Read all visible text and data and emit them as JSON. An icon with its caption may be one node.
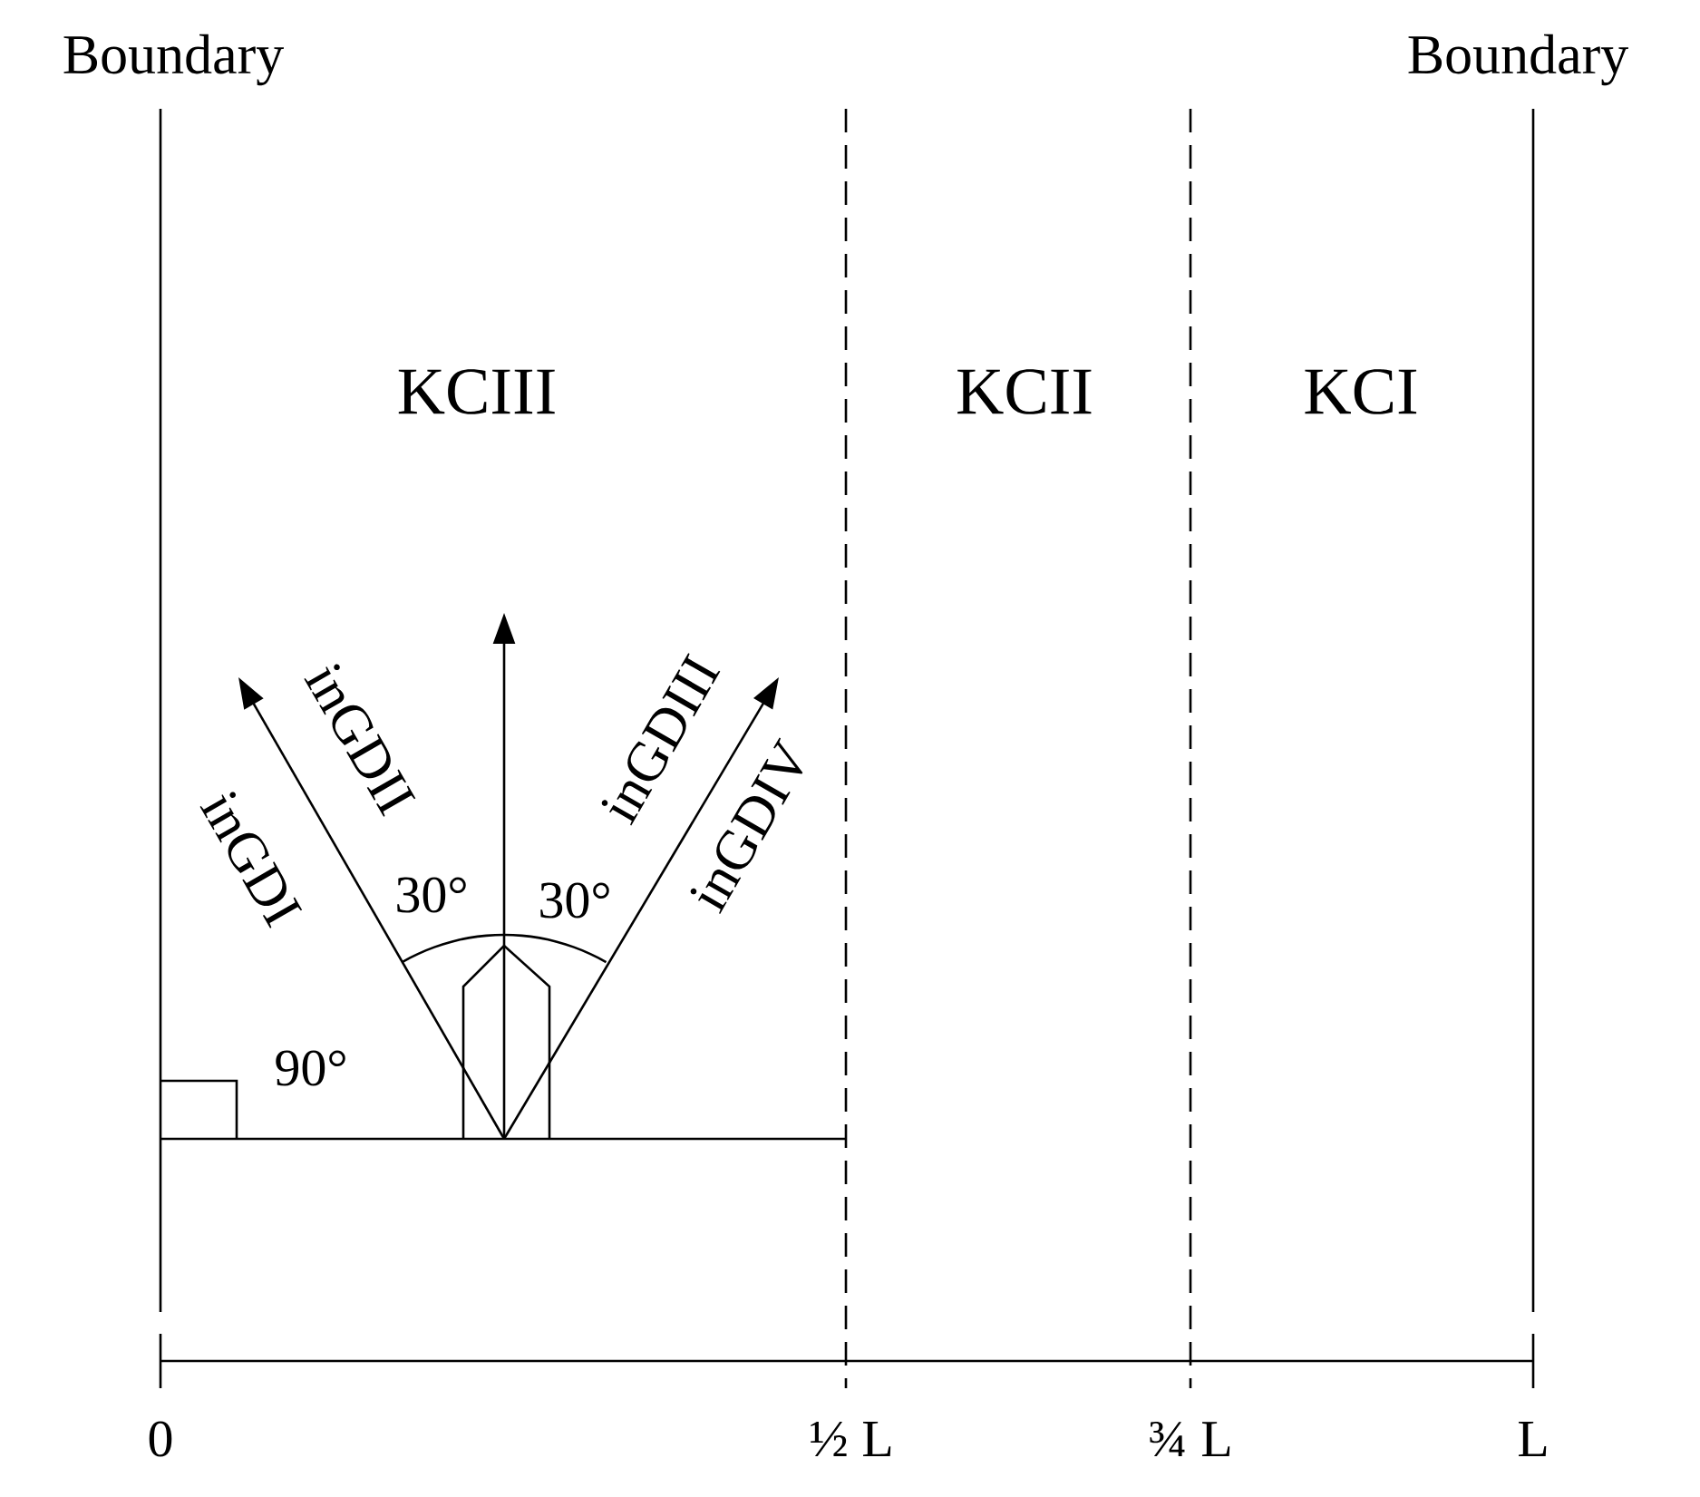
{
  "diagram": {
    "labels": [
      "Boundary",
      "Boundary",
      "KCIII",
      "KCII",
      "KCI",
      "inGDII",
      "inGDIII",
      "inGDI",
      "inGDIV",
      "30°",
      "30°",
      "90°",
      "0",
      "½ L",
      "¾ L",
      "L"
    ]
  }
}
